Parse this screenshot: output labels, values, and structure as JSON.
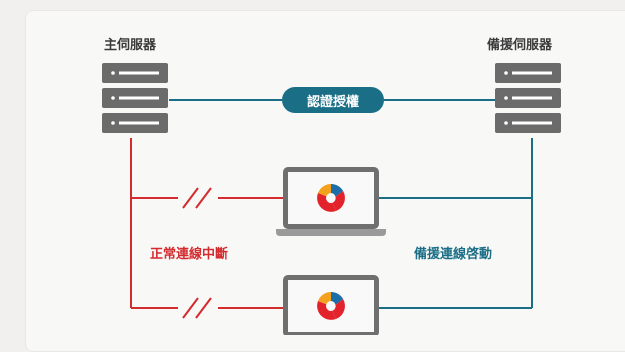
{
  "primary_server": {
    "title": "主伺服器"
  },
  "backup_server": {
    "title": "備援伺服器"
  },
  "auth_link": {
    "label": "認證授權"
  },
  "status": {
    "normal_disconnect": "正常連線中斷",
    "backup_activate": "備援連線啓動"
  },
  "colors": {
    "server_gray": "#6b6b6b",
    "normal_link": "#d42b2f",
    "backup_link": "#1a6e86",
    "laptop_frame": "#6f6f6f",
    "logo_red": "#e3232b",
    "logo_orange": "#f4a21d",
    "logo_blue": "#1b6ea8"
  },
  "icons": {
    "server": "server-rack-icon",
    "client": "laptop-icon",
    "break_mark": "link-break-icon"
  }
}
